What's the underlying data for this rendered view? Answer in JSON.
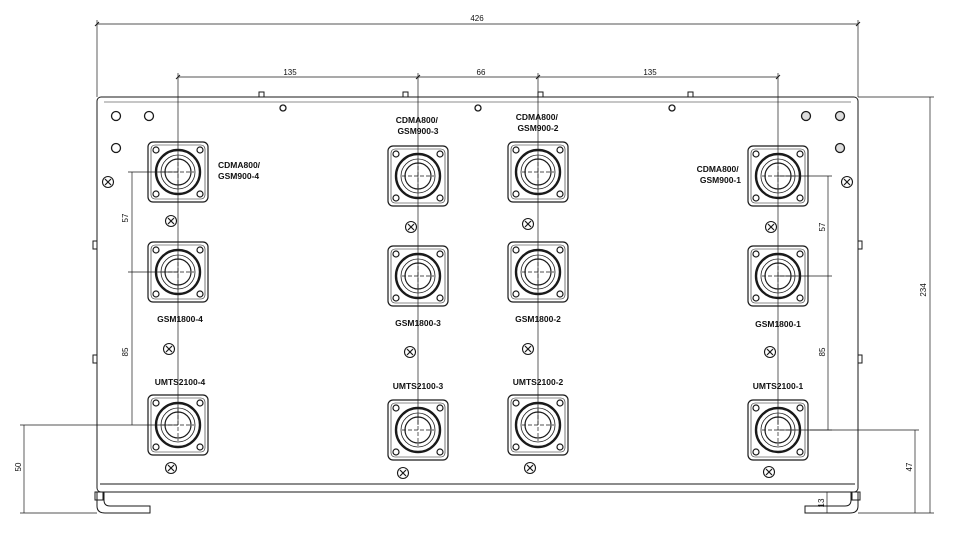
{
  "dimensions": {
    "overall_width": "426",
    "spacing_left": "135",
    "spacing_center": "66",
    "spacing_right": "135",
    "height_total": "234",
    "spacing_v_top_left": "57",
    "spacing_v_bottom_left": "85",
    "spacing_v_top_right": "57",
    "spacing_v_bottom_right": "85",
    "bottom_left_height": "50",
    "bottom_right_height": "47",
    "foot_height": "13"
  },
  "connectors": {
    "col1": {
      "top_line1": "CDMA800/",
      "top_line2": "GSM900-4",
      "middle": "GSM1800-4",
      "bottom": "UMTS2100-4"
    },
    "col2": {
      "top_line1": "CDMA800/",
      "top_line2": "GSM900-3",
      "middle": "GSM1800-3",
      "bottom": "UMTS2100-3"
    },
    "col3": {
      "top_line1": "CDMA800/",
      "top_line2": "GSM900-2",
      "middle": "GSM1800-2",
      "bottom": "UMTS2100-2"
    },
    "col4": {
      "top_line1": "CDMA800/",
      "top_line2": "GSM900-1",
      "middle": "GSM1800-1",
      "bottom": "UMTS2100-1"
    }
  },
  "colors": {
    "line": "#1a1a1a",
    "background": "#ffffff"
  }
}
